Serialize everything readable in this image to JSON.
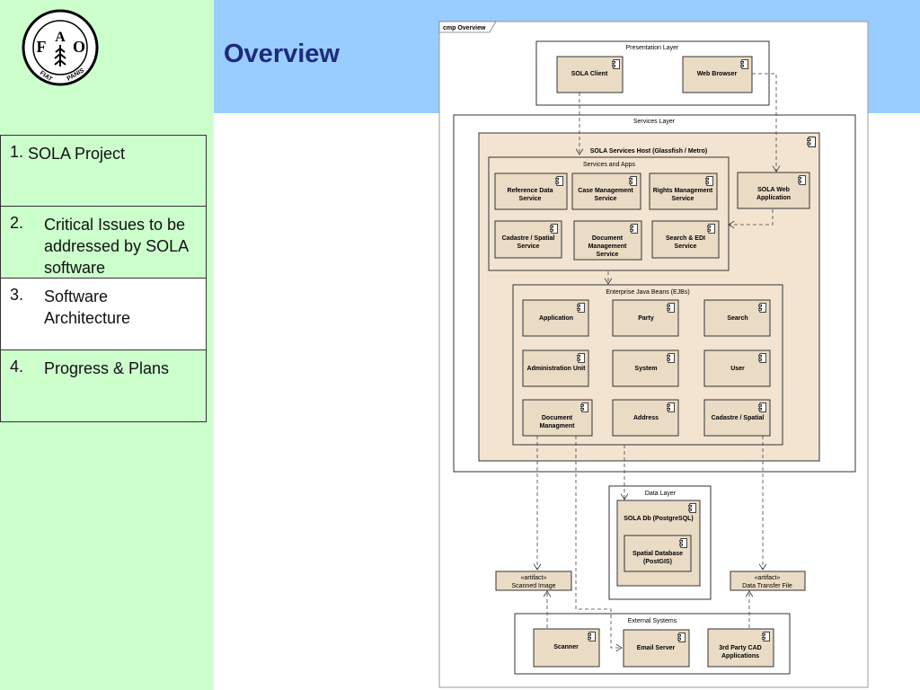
{
  "slide": {
    "title": "Overview",
    "logo_text": [
      "F",
      "A",
      "O",
      "FIAT",
      "PANIS"
    ]
  },
  "menu": {
    "items": [
      {
        "num": "1.",
        "label": "SOLA Project"
      },
      {
        "num": "2.",
        "label": "Critical Issues to be addressed by SOLA software"
      },
      {
        "num": "3.",
        "label": "Software Architecture"
      },
      {
        "num": "4.",
        "label": "Progress & Plans"
      }
    ],
    "active_index": 2
  },
  "diagram": {
    "frame_tag": "cmp Overview",
    "layers": {
      "presentation": "Presentation Layer",
      "services": "Services Layer",
      "services_host": "SOLA Services Host (Glassfish / Metro)",
      "services_apps": "Services and Apps",
      "ejbs": "Enterprise Java Beans (EJBs)",
      "data": "Data Layer",
      "external": "External Systems"
    },
    "components": {
      "sola_client": "SOLA Client",
      "web_browser": "Web Browser",
      "sola_web_app": [
        "SOLA Web",
        "Application"
      ],
      "reference_data": [
        "Reference Data",
        "Service"
      ],
      "case_mgmt": [
        "Case Management",
        "Service"
      ],
      "rights_mgmt": [
        "Rights Management",
        "Service"
      ],
      "cadastre_spatial_svc": [
        "Cadastre / Spatial",
        "Service"
      ],
      "document_mgmt_svc": [
        "Document",
        "Management",
        "Service"
      ],
      "search_edi": [
        "Search & EDI",
        "Service"
      ],
      "ejb_application": "Application",
      "ejb_party": "Party",
      "ejb_search": "Search",
      "ejb_admin_unit": "Administration Unit",
      "ejb_system": "System",
      "ejb_user": "User",
      "ejb_document": [
        "Document",
        "Managment"
      ],
      "ejb_address": "Address",
      "ejb_cadastre": "Cadastre / Spatial",
      "sola_db": "SOLA Db (PostgreSQL)",
      "spatial_db": [
        "Spatial Database",
        "(PostGIS)"
      ],
      "scanned_image": [
        "«artifact»",
        "Scanned Image"
      ],
      "data_transfer": [
        "«artifact»",
        "Data Transfer File"
      ],
      "scanner": "Scanner",
      "email_server": "Email Server",
      "third_party_cad": [
        "3rd Party CAD",
        "Applications"
      ]
    }
  },
  "colors": {
    "sidebar": "#ccffcc",
    "header": "#99ccff",
    "title": "#1f2a7a",
    "component_fill": "#eadbc5",
    "host_fill": "#f2e4d0"
  }
}
